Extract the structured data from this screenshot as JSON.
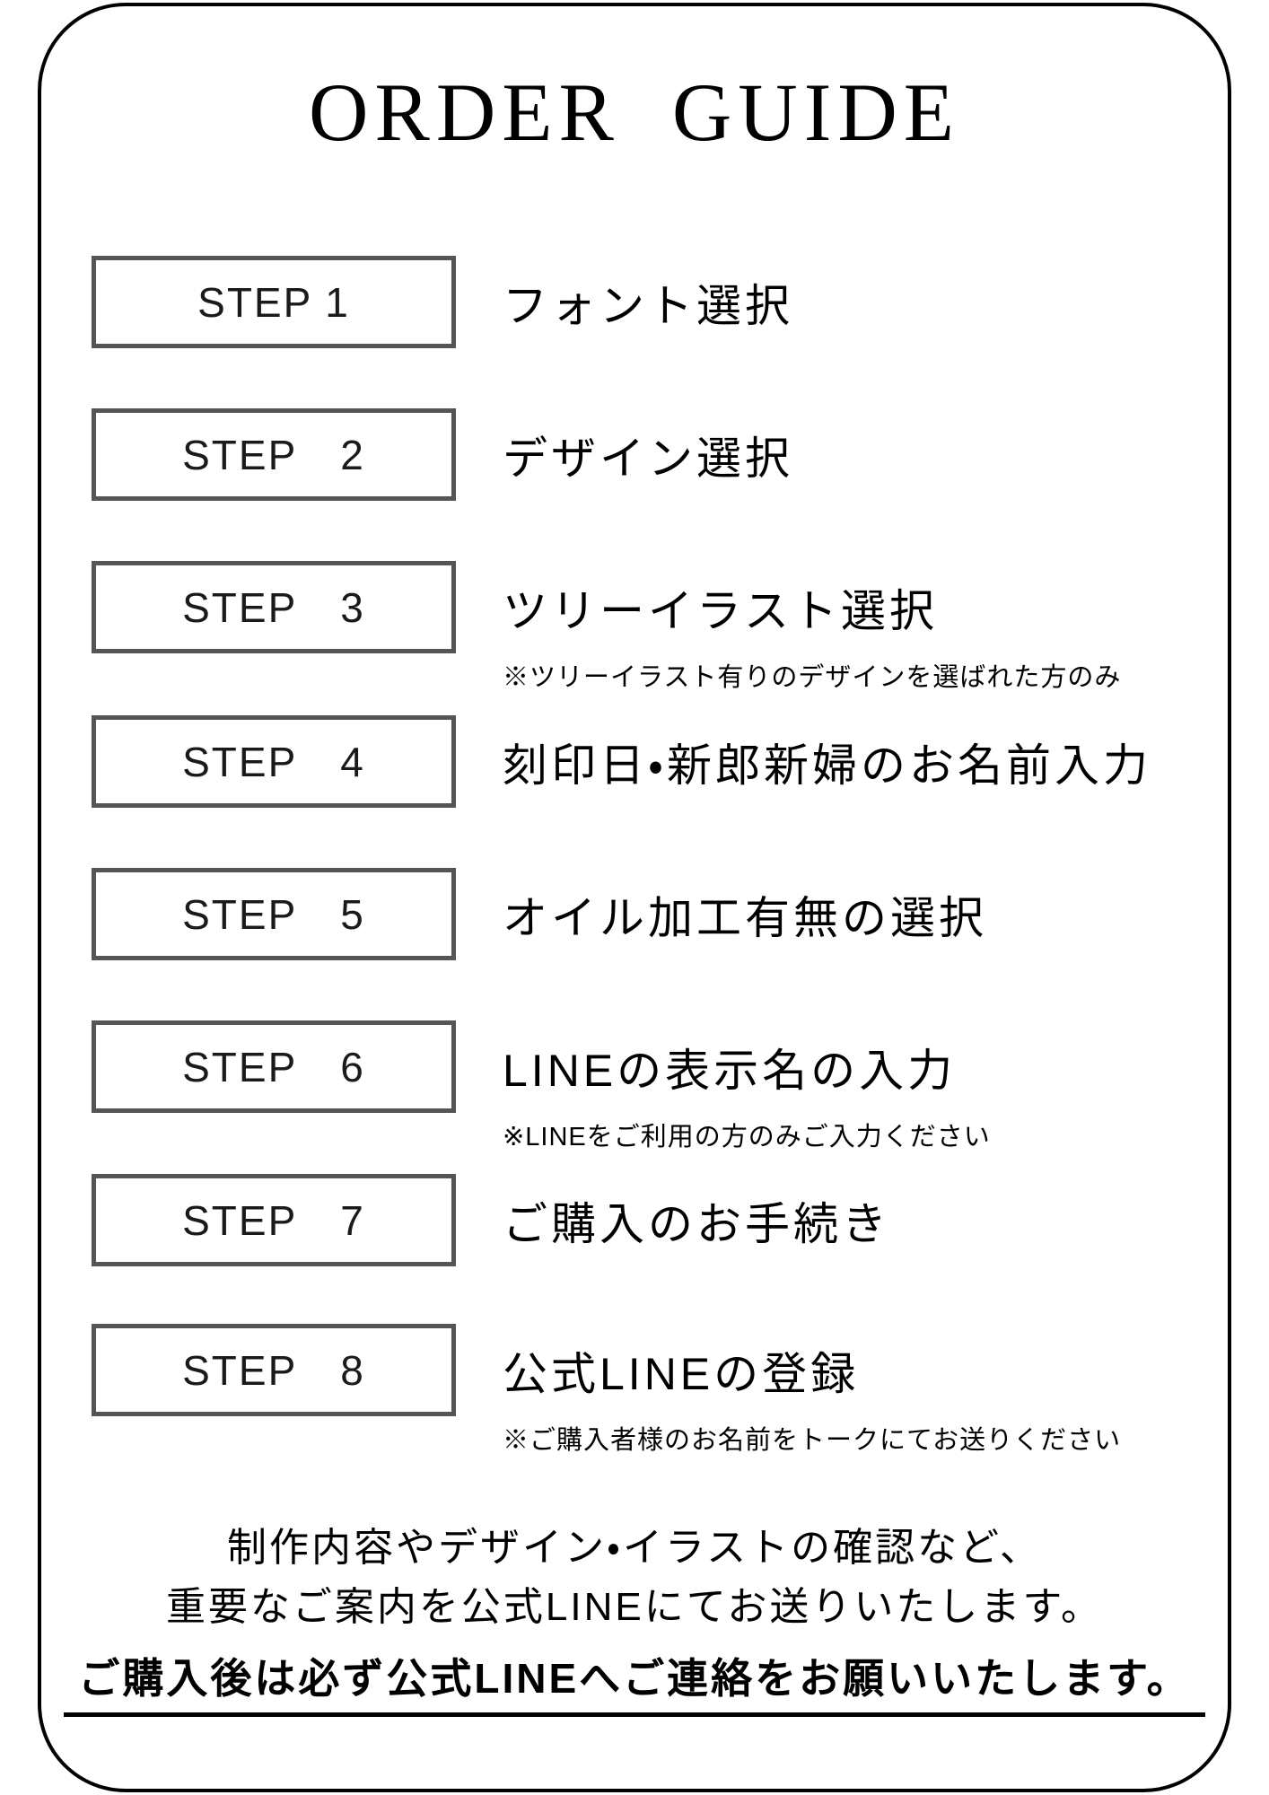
{
  "page": {
    "title": "ORDER GUIDE"
  },
  "steps": [
    {
      "label": "STEP 1",
      "description": "フォント選択",
      "note": ""
    },
    {
      "label": "STEP 2",
      "description": "デザイン選択",
      "note": ""
    },
    {
      "label": "STEP 3",
      "description": "ツリーイラスト選択",
      "note": "※ツリーイラスト有りのデザインを選ばれた方のみ"
    },
    {
      "label": "STEP 4",
      "description": "刻印日・新郎新婦のお名前入力",
      "note": ""
    },
    {
      "label": "STEP 5",
      "description": "オイル加工有無の選択",
      "note": ""
    },
    {
      "label": "STEP 6",
      "description": "LINEの表示名の入力",
      "note": "※LINEをご利用の方のみご入力ください"
    },
    {
      "label": "STEP 7",
      "description": "ご購入のお手続き",
      "note": ""
    },
    {
      "label": "STEP 8",
      "description": "公式LINEの登録",
      "note": "※ご購入者様のお名前をトークにてお送りください"
    }
  ],
  "footer": {
    "line1": "制作内容やデザイン・イラストの確認など、",
    "line2": "重要なご案内を公式LINEにてお送りいたします。",
    "line3": "ご購入後は必ず公式LINEへご連絡をお願いいたします。"
  },
  "colors": {
    "outer_border": "#000000",
    "step_box_border": "#555555",
    "text": "#000000"
  }
}
